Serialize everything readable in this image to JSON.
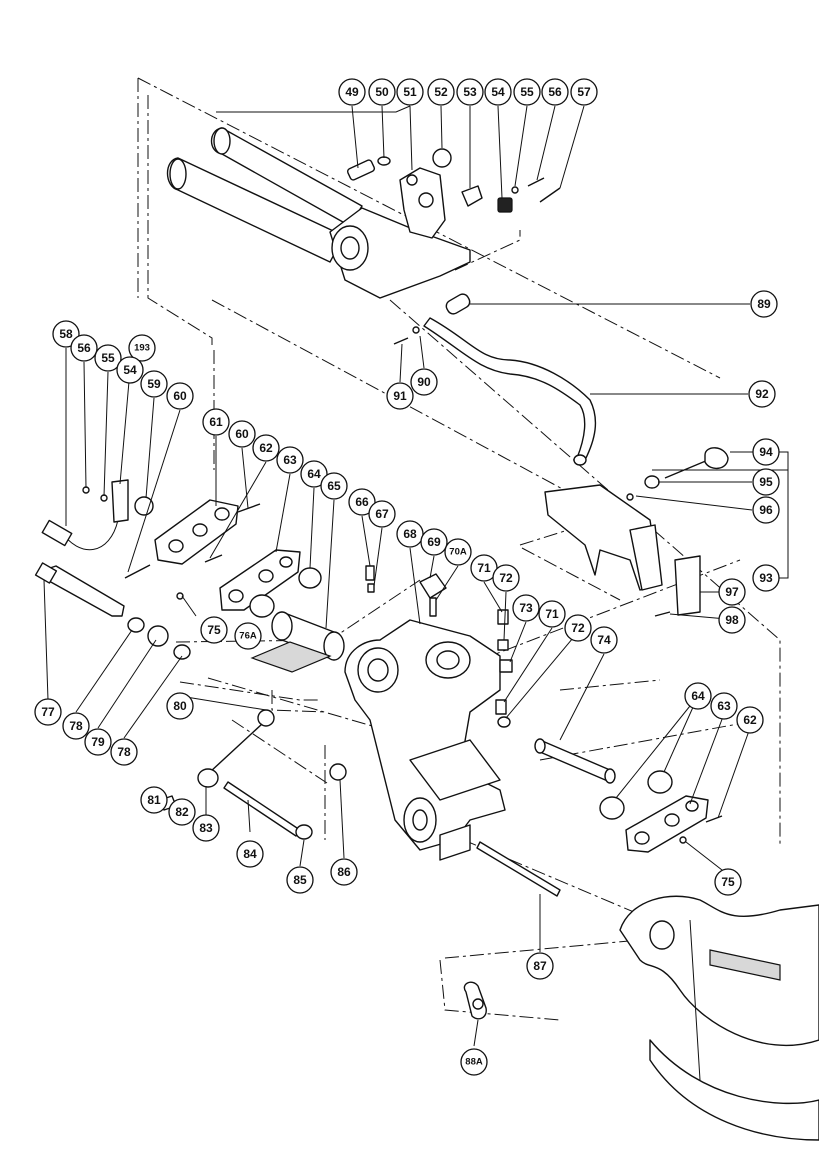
{
  "callouts": [
    {
      "id": "c49",
      "label": "49"
    },
    {
      "id": "c50",
      "label": "50"
    },
    {
      "id": "c51",
      "label": "51"
    },
    {
      "id": "c52",
      "label": "52"
    },
    {
      "id": "c53",
      "label": "53"
    },
    {
      "id": "c54a",
      "label": "54"
    },
    {
      "id": "c55a",
      "label": "55"
    },
    {
      "id": "c56a",
      "label": "56"
    },
    {
      "id": "c57",
      "label": "57"
    },
    {
      "id": "c89",
      "label": "89"
    },
    {
      "id": "c91",
      "label": "91"
    },
    {
      "id": "c90",
      "label": "90"
    },
    {
      "id": "c92",
      "label": "92"
    },
    {
      "id": "c58",
      "label": "58"
    },
    {
      "id": "c56b",
      "label": "56"
    },
    {
      "id": "c55b",
      "label": "55"
    },
    {
      "id": "c193",
      "label": "193"
    },
    {
      "id": "c54b",
      "label": "54"
    },
    {
      "id": "c59",
      "label": "59"
    },
    {
      "id": "c60a",
      "label": "60"
    },
    {
      "id": "c61",
      "label": "61"
    },
    {
      "id": "c60b",
      "label": "60"
    },
    {
      "id": "c62a",
      "label": "62"
    },
    {
      "id": "c63a",
      "label": "63"
    },
    {
      "id": "c64a",
      "label": "64"
    },
    {
      "id": "c65",
      "label": "65"
    },
    {
      "id": "c66",
      "label": "66"
    },
    {
      "id": "c67",
      "label": "67"
    },
    {
      "id": "c68",
      "label": "68"
    },
    {
      "id": "c69",
      "label": "69"
    },
    {
      "id": "c70A",
      "label": "70A"
    },
    {
      "id": "c71a",
      "label": "71"
    },
    {
      "id": "c72a",
      "label": "72"
    },
    {
      "id": "c73",
      "label": "73"
    },
    {
      "id": "c71b",
      "label": "71"
    },
    {
      "id": "c72b",
      "label": "72"
    },
    {
      "id": "c74",
      "label": "74"
    },
    {
      "id": "c94",
      "label": "94"
    },
    {
      "id": "c95",
      "label": "95"
    },
    {
      "id": "c96",
      "label": "96"
    },
    {
      "id": "c93",
      "label": "93"
    },
    {
      "id": "c97",
      "label": "97"
    },
    {
      "id": "c98",
      "label": "98"
    },
    {
      "id": "c75a",
      "label": "75"
    },
    {
      "id": "c76A",
      "label": "76A"
    },
    {
      "id": "c77",
      "label": "77"
    },
    {
      "id": "c78a",
      "label": "78"
    },
    {
      "id": "c79",
      "label": "79"
    },
    {
      "id": "c78b",
      "label": "78"
    },
    {
      "id": "c80",
      "label": "80"
    },
    {
      "id": "c81",
      "label": "81"
    },
    {
      "id": "c82",
      "label": "82"
    },
    {
      "id": "c83",
      "label": "83"
    },
    {
      "id": "c84",
      "label": "84"
    },
    {
      "id": "c85",
      "label": "85"
    },
    {
      "id": "c86",
      "label": "86"
    },
    {
      "id": "c64b",
      "label": "64"
    },
    {
      "id": "c63b",
      "label": "63"
    },
    {
      "id": "c62b",
      "label": "62"
    },
    {
      "id": "c75b",
      "label": "75"
    },
    {
      "id": "c87",
      "label": "87"
    },
    {
      "id": "c88A",
      "label": "88A"
    }
  ]
}
